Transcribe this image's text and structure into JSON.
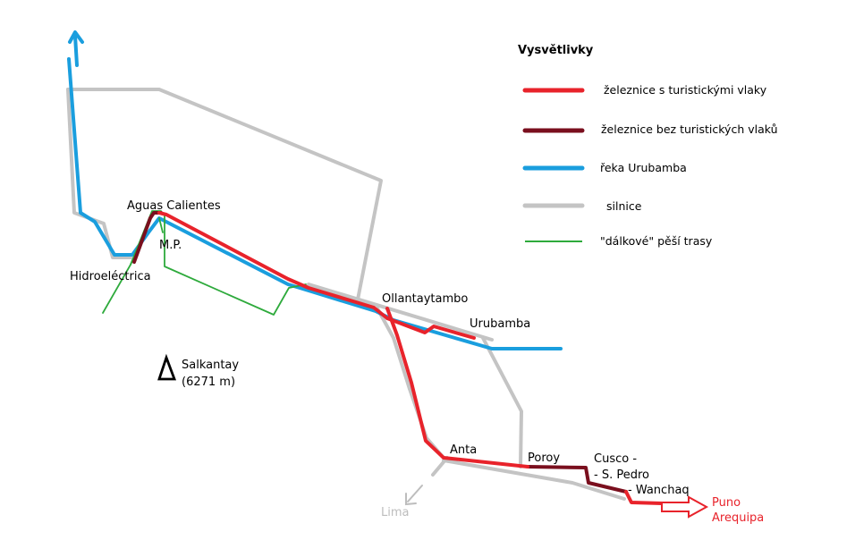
{
  "colors": {
    "tourist_rail": "#e8232b",
    "rail_no_tourist": "#7a0f1e",
    "river": "#1a9ede",
    "road": "#c4c4c4",
    "trail": "#2eaa3c",
    "label": "#000000",
    "lima": "#bdbdbd",
    "puno": "#e8232b"
  },
  "legend": {
    "title": "Vysvětlivky",
    "items": [
      {
        "key": "tourist_rail",
        "label": "železnice s turistickými vlaky"
      },
      {
        "key": "rail_no_tourist",
        "label": "železnice bez turistických vlaků"
      },
      {
        "key": "river",
        "label": "řeka Urubamba"
      },
      {
        "key": "road",
        "label": "silnice"
      },
      {
        "key": "trail",
        "label": "\"dálkové\" pěší trasy"
      }
    ]
  },
  "places": {
    "aguas_calientes": "Aguas Calientes",
    "mp": "M.P.",
    "hidroelectrica": "Hidroeléctrica",
    "salkantay_name": "Salkantay",
    "salkantay_elev": "(6271 m)",
    "ollantaytambo": "Ollantaytambo",
    "urubamba": "Urubamba",
    "anta": "Anta",
    "poroy": "Poroy",
    "cusco": "Cusco -",
    "san_pedro": "- S. Pedro",
    "wanchaq": "- Wanchaq",
    "lima": "Lima",
    "puno": "Puno",
    "arequipa": "Arequipa"
  },
  "icons": {
    "mountain": "mountain-triangle-icon",
    "north_arrow": "river-arrow-icon",
    "lima_arrow": "lima-arrow-icon",
    "puno_arrow": "puno-arrow-icon"
  }
}
